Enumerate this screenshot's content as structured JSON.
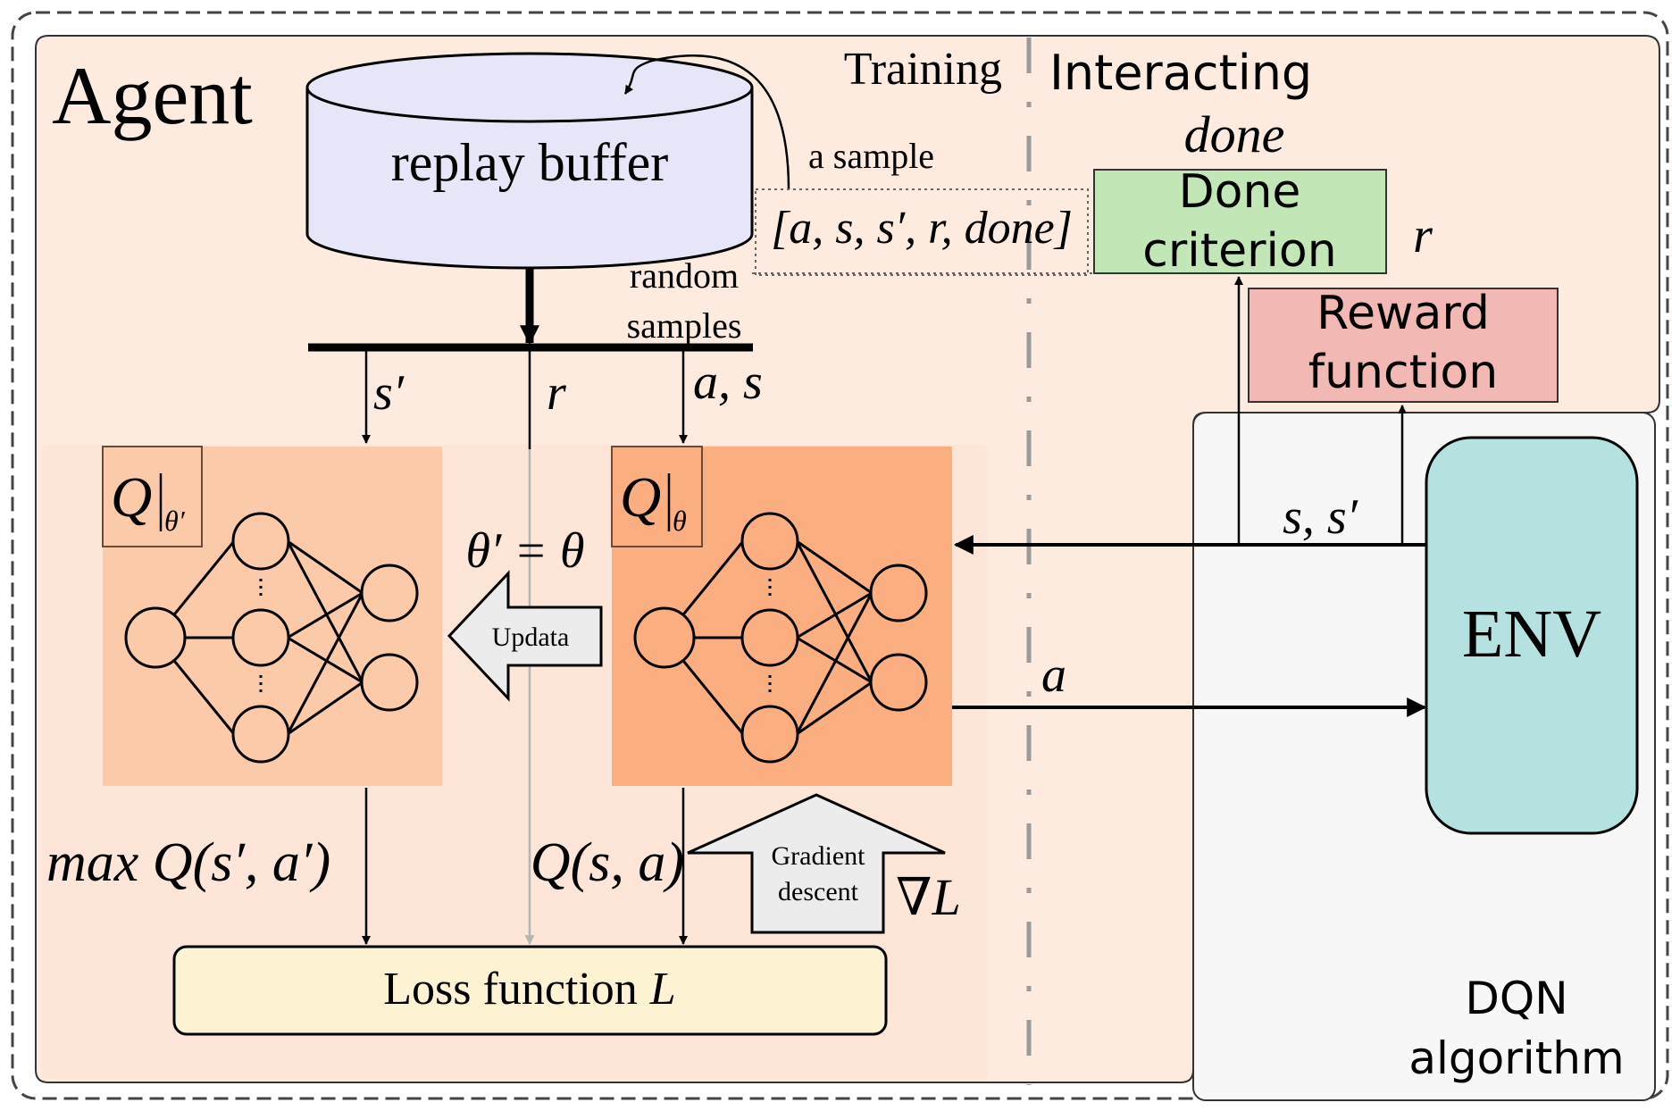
{
  "labels": {
    "agent": "Agent",
    "replay_buffer": "replay buffer",
    "training": "Training",
    "interacting": "Interacting",
    "a_sample": "a sample",
    "sample_tuple": "[a, s, s′, r, done]",
    "random": "random",
    "samples": "samples",
    "done_signal": "done",
    "done_criterion_line1": "Done",
    "done_criterion_line2": "criterion",
    "reward_signal": "r",
    "reward_function_line1": "Reward",
    "reward_function_line2": "function",
    "s_prime": "s′",
    "r": "r",
    "a_s": "a, s",
    "q_target_q": "Q",
    "q_target_sub": "θ′",
    "q_online_q": "Q",
    "q_online_sub": "θ",
    "theta_update": "θ′ = θ",
    "updata": "Updata",
    "s_s_prime": "s, s′",
    "action": "a",
    "env": "ENV",
    "max_q": "max Q(s′, a′)",
    "q_s_a": "Q(s, a)",
    "gradient": "Gradient",
    "descent": "descent",
    "nabla_l": "∇L",
    "loss_function_text": "Loss function",
    "loss_function_var": "L",
    "dqn_line1": "DQN",
    "dqn_line2": "algorithm"
  },
  "colors": {
    "agent_bg": "#fdebe0",
    "env_bg": "#f7f7f7",
    "network_region": "#fde6d8",
    "target_net": "#fbcaa9",
    "online_net": "#fbae80",
    "replay_buffer": "#e6e6f8",
    "done_box": "#c3e6b6",
    "reward_box": "#f2b8b4",
    "env_box": "#b5e2e0",
    "loss_box": "#fdf3d2",
    "arrow_box": "#ececec"
  }
}
